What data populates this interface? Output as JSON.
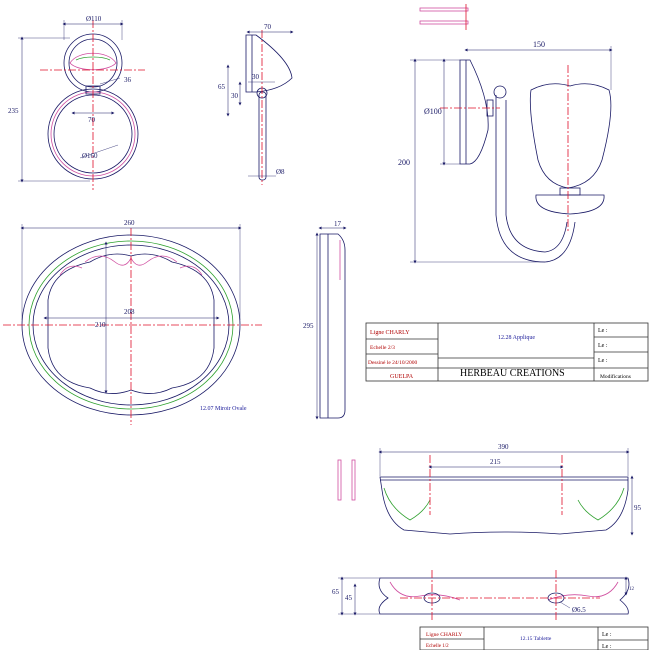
{
  "colors": {
    "outline": "#1a1a66",
    "centerline": "#e0102a",
    "green": "#2ea02e",
    "pink": "#d04fa0",
    "frame": "#333333"
  },
  "ring_view": {
    "dim_top": "Ø110",
    "dim_height": "235",
    "dim_small": "36",
    "dim_70": "70",
    "dim_ring": "Ø160"
  },
  "ring_side": {
    "dim_top": "70",
    "dim_65": "65",
    "dim_30a": "30",
    "dim_30b": "30",
    "dim_rod": "Ø8"
  },
  "sconce": {
    "dim_width": "150",
    "dim_height": "200",
    "dim_base": "Ø100"
  },
  "mirror": {
    "dim_width": "260",
    "dim_inner": "210",
    "dim_diag": "208",
    "caption": "12.07 Miroir Ovale"
  },
  "mirror_side": {
    "dim_17": "17",
    "dim_295": "295"
  },
  "title_block_1": {
    "ligne": "Ligne CHARLY",
    "echelle": "Echelle 2/3",
    "dessine": "Dessiné le 24/10/2000",
    "author": "GUELPA",
    "product": "12.28 Applique",
    "company": "HERBEAU CREATIONS",
    "le1": "Le :",
    "le2": "Le :",
    "le3": "Le :",
    "modifs": "Modifications"
  },
  "shelf": {
    "dim_390": "390",
    "dim_215": "215",
    "dim_95": "95",
    "dim_65": "65",
    "dim_45": "45",
    "dim_hole": "Ø6.5",
    "dim_small": "12"
  },
  "title_block_2": {
    "ligne": "Ligne CHARLY",
    "echelle": "Echelle 1/2",
    "product": "12.15 Tablette",
    "le1": "Le :",
    "le2": "Le :"
  }
}
